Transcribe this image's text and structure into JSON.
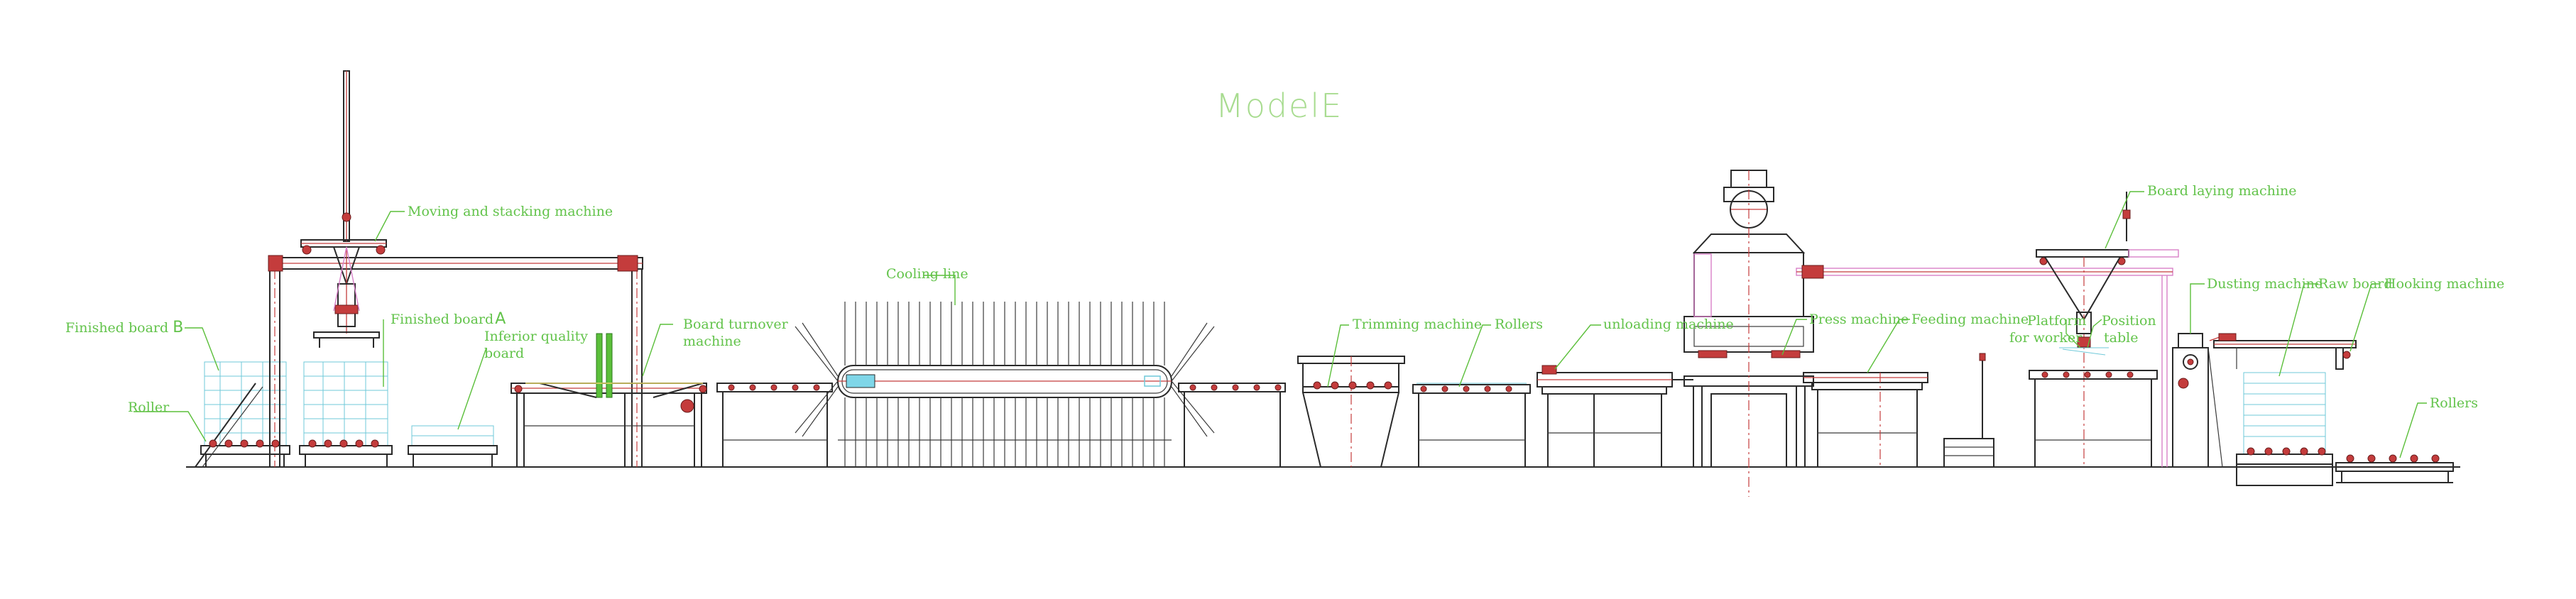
{
  "title": "ModelE",
  "labels": {
    "moving_stacking": "Moving and stacking machine",
    "finished_board_b_text": "Finished board",
    "finished_board_b_letter": "B",
    "finished_board_a_text": "Finished board",
    "finished_board_a_letter": "A",
    "roller": "Roller",
    "inferior_quality_1": "Inferior quality",
    "inferior_quality_2": "board",
    "board_turnover_1": "Board turnover",
    "board_turnover_2": "machine",
    "cooling_line": "Cooling line",
    "trimming_machine": "Trimming machine",
    "rollers_mid": "Rollers",
    "unloading_machine": "unloading machine",
    "press_machine": "Press machine",
    "feeding_machine": "Feeding machine",
    "platform_1": "Platform",
    "platform_2": "for worker",
    "position_1": "Position",
    "position_2": "table",
    "board_laying": "Board laying machine",
    "dusting_machine": "Dusting machine",
    "raw_board": "Raw board",
    "hooking_machine": "Hooking machine",
    "rollers_right": "Rollers"
  },
  "colors": {
    "label": "#62c34a",
    "title": "#a8dc90",
    "machine_line": "#2a2a2a",
    "accent_red": "#c43c3c",
    "accent_pink": "#d880c8",
    "board_cyan": "#6fc9d9"
  }
}
